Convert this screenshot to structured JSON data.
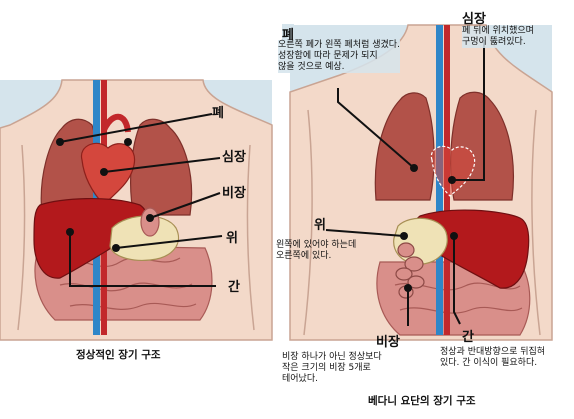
{
  "left_panel": {
    "labels": {
      "lung": "폐",
      "heart": "심장",
      "spleen": "비장",
      "stomach": "위",
      "liver": "간"
    },
    "caption": "정상적인 장기 구조"
  },
  "right_panel": {
    "labels": {
      "lung": "폐",
      "heart": "심장",
      "stomach": "위",
      "spleen": "비장",
      "liver": "간"
    },
    "notes": {
      "lung": "오른쪽 폐가 왼쪽 폐처럼 생겼다.\n성장함에 따라 문제가 되지\n않을 것으로 예상.",
      "heart": "폐 뒤에 위치했으며\n구멍이 뚫려있다.",
      "stomach": "왼쪽에 있어야 하는데\n오른쪽에 있다.",
      "spleen": "비장 하나가 아닌 정상보다\n작은 크기의 비장 5개로\n테어났다.",
      "liver": "정상과 반대방향으로 뒤집혀\n있다. 간 이식이 필요하다."
    },
    "caption": "베다니 요단의 장기 구조"
  },
  "colors": {
    "panel_bg": "#d5e4ec",
    "skin": "#f3d9c9",
    "lung": "#b25249",
    "heart": "#d4473d",
    "liver": "#b3191c",
    "stomach": "#efe2b6",
    "intestine": "#d98f8a",
    "artery": "#2f86c8",
    "vein": "#c2282b"
  }
}
